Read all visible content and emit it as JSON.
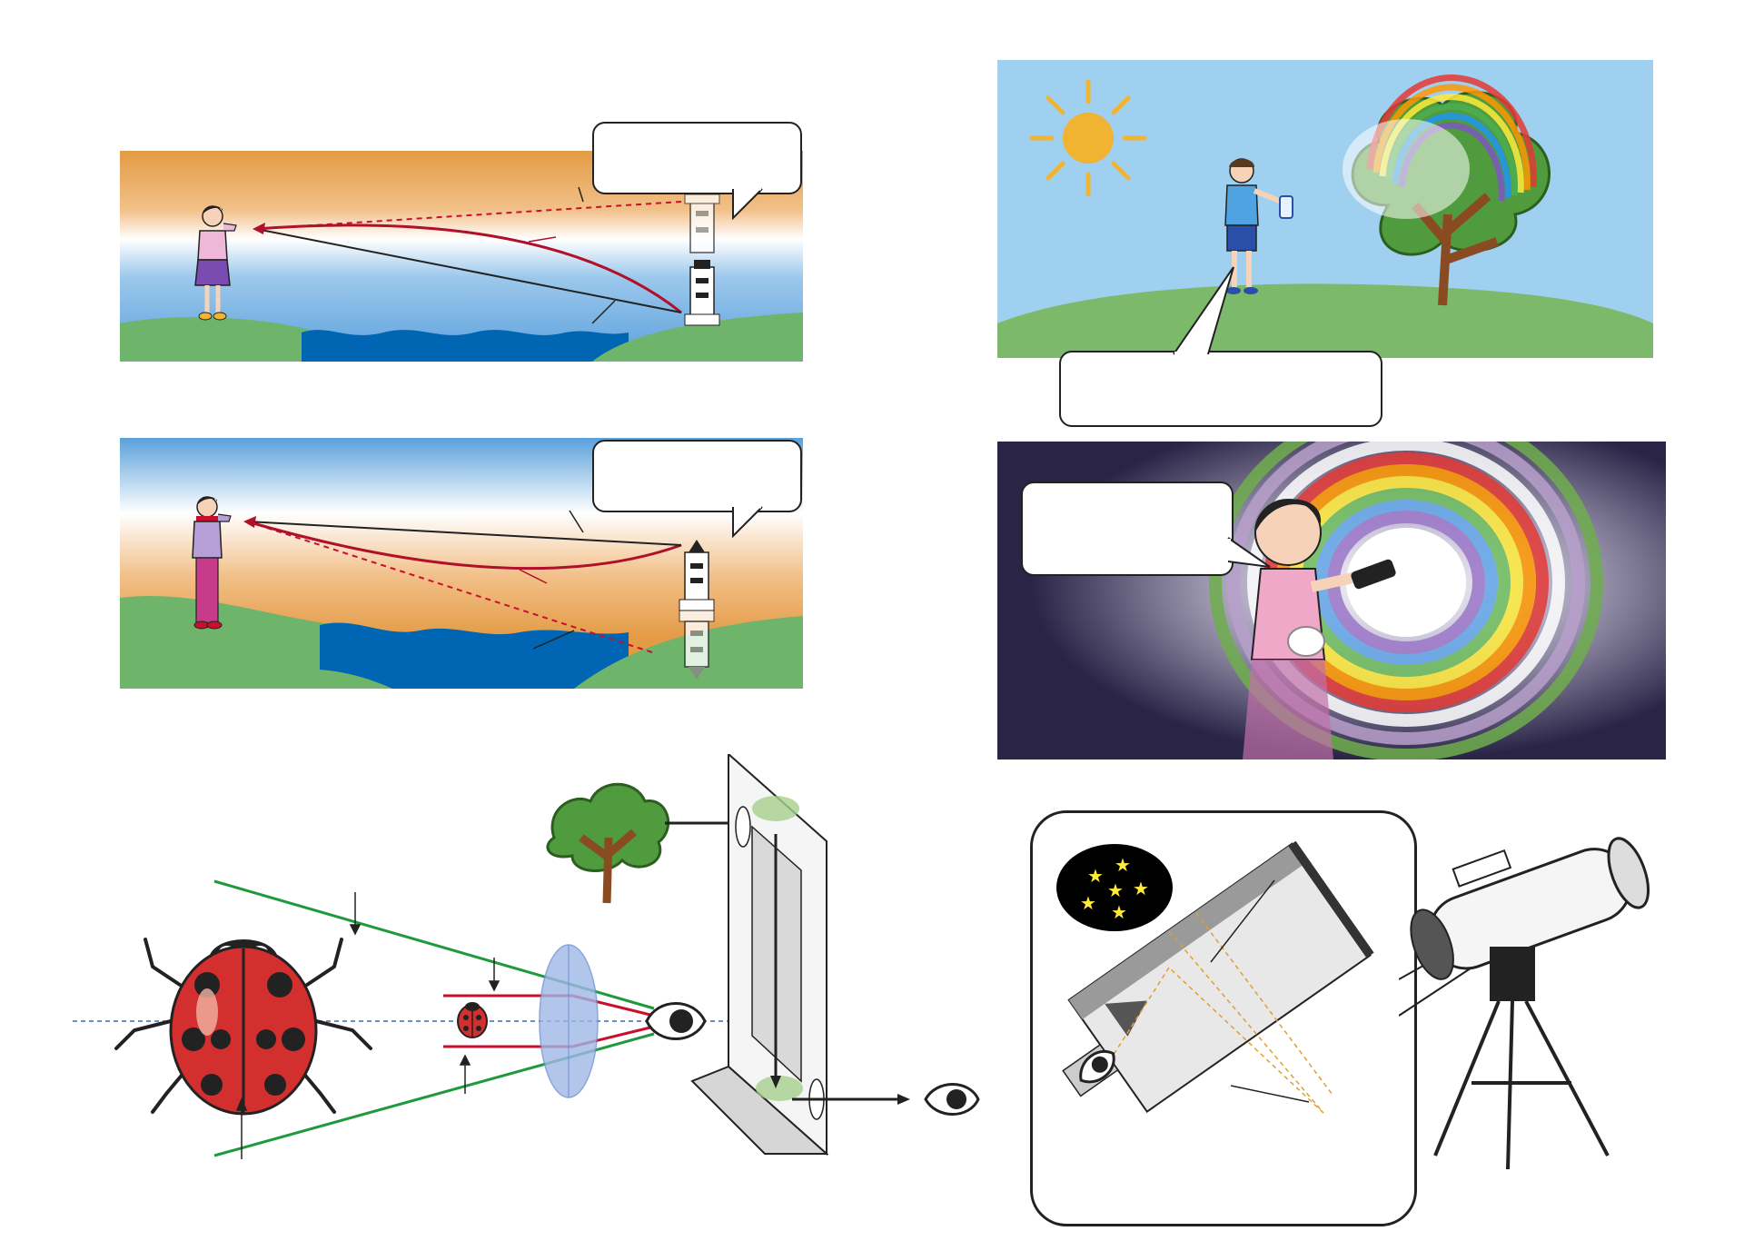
{
  "panels": {
    "mirage_warm": {
      "bubble_text": ""
    },
    "mirage_cold": {
      "bubble_text": ""
    },
    "rainbow_spray": {
      "bubble_text": ""
    },
    "halo_flashlight": {
      "bubble_text": ""
    }
  },
  "colors": {
    "light_ray": "#b0102a",
    "dashed_ray": "#c8102e",
    "magnifier_ray": "#1e9a3c",
    "lens_ray": "#c8102e",
    "water": "#0065b3",
    "grass": "#6fb46b",
    "sky_warm": "#e39b45",
    "sky_blue": "#8dbfe6",
    "night": "#2a2447",
    "sun": "#f0b432"
  },
  "icons": [
    "girl-figure",
    "lighthouse-icon",
    "boy-figure",
    "spray-bottle-icon",
    "tree-icon",
    "sun-icon",
    "ladybug-icon",
    "eye-icon",
    "lens-icon",
    "periscope-prism",
    "telescope-icon",
    "star-icon"
  ]
}
